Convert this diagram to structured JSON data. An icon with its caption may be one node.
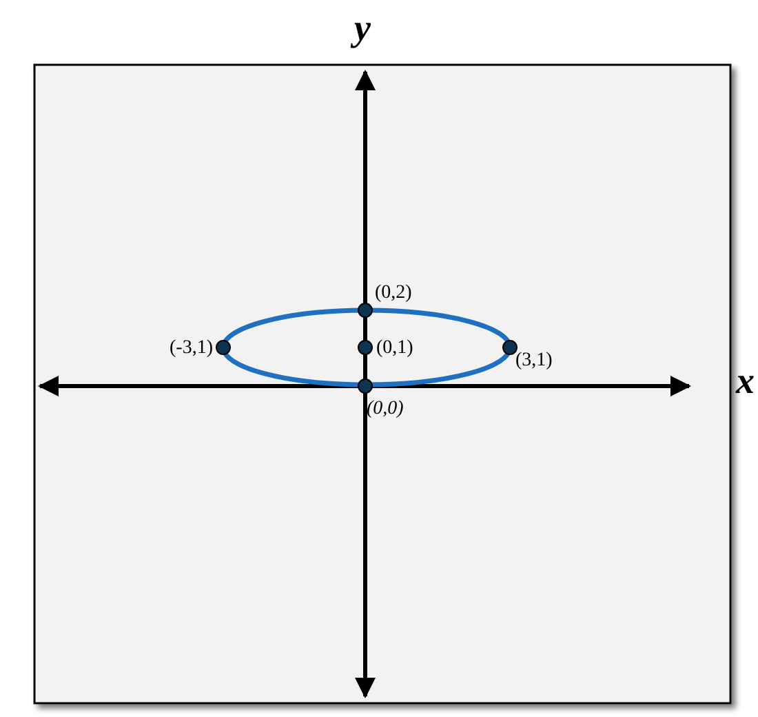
{
  "diagram": {
    "labels": [
      "y",
      "x",
      "(0,2)",
      "(-3,1)",
      "(0,1)",
      "(3,1)",
      "(0,0)"
    ]
  }
}
